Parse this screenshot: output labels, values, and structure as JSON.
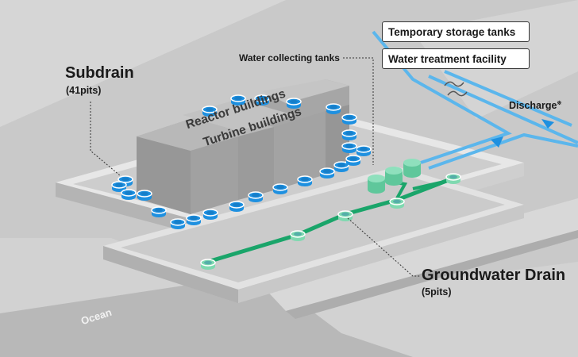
{
  "labels": {
    "subdrain": "Subdrain",
    "subdrain_count": "(41pits)",
    "water_collecting_tanks": "Water collecting tanks",
    "temporary_storage_tanks": "Temporary storage tanks",
    "water_treatment_facility": "Water treatment facility",
    "discharge": "Discharge",
    "discharge_mark": "※",
    "reactor_buildings": "Reactor buildings",
    "turbine_buildings": "Turbine buildings",
    "groundwater_drain": "Groundwater Drain",
    "groundwater_drain_count": "(5pits)",
    "ocean": "Ocean"
  },
  "colors": {
    "background": "#c9c9c9",
    "subdrain_pit": "#1e90e0",
    "groundwater_drain_pit": "#7fd9b0",
    "drain_pipe": "#1aa56a",
    "discharge_pipe": "#5bb6ec",
    "arrow": "#1e90e0",
    "building": "#a9a9a9"
  }
}
